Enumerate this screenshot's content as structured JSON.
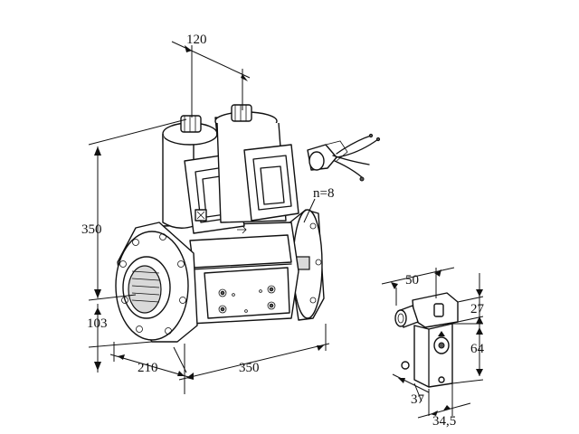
{
  "dimensions": {
    "d120": "120",
    "d350_height": "350",
    "d103": "103",
    "d210": "210",
    "d350_length": "350",
    "n8": "n=8",
    "d50": "50",
    "d27": "27",
    "d64": "64",
    "d37": "37",
    "d34_5": "34,5"
  }
}
